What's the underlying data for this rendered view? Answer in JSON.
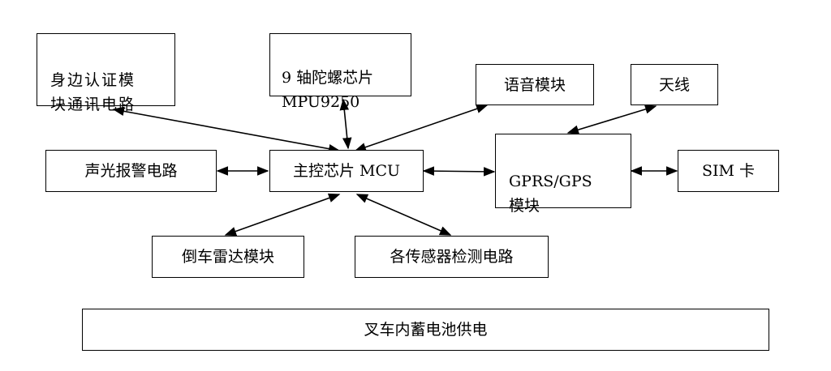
{
  "diagram": {
    "boxes": {
      "identity_auth": "身边认证模\n块通讯电路",
      "gyro": "9 轴陀螺芯片\nMPU9250",
      "voice": "语音模块",
      "antenna": "天线",
      "alarm": "声光报警电路",
      "mcu": "主控芯片 MCU",
      "gprs": "GPRS/GPS\n模块",
      "sim": "SIM 卡",
      "radar": "倒车雷达模块",
      "sensors": "各传感器检测电路",
      "power": "叉车内蓄电池供电"
    },
    "line_color": "#000000"
  }
}
